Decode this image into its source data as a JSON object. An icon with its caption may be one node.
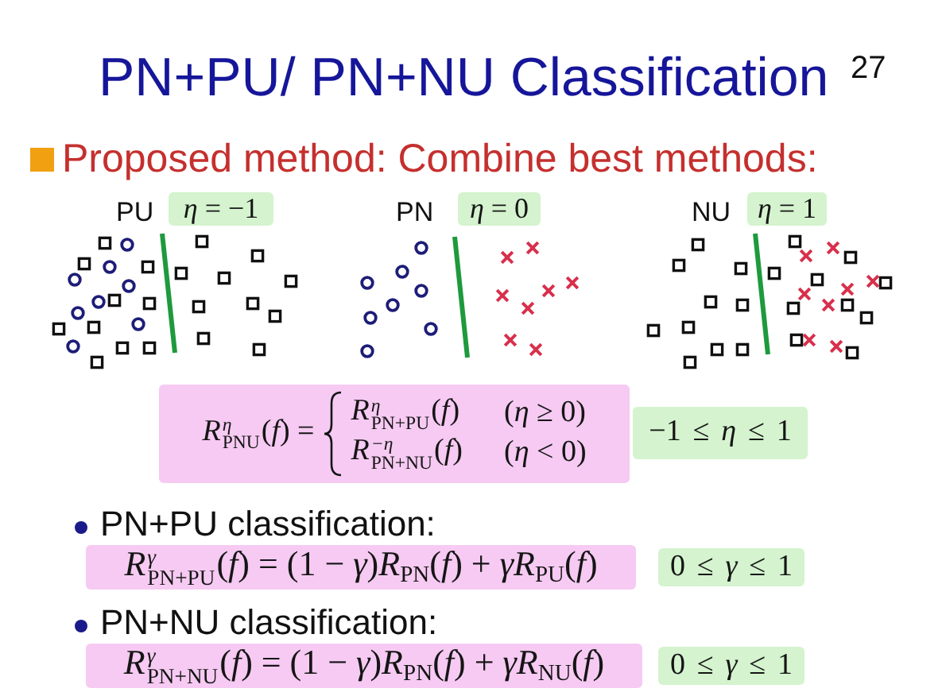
{
  "diagram": {
    "title": "PN+PU/ PN+NU Classification",
    "nodes": [
      {
        "text": [
          "*η* = −1"
        ],
        "beside": [
          "PU"
        ]
      },
      {
        "text": [
          "*η* = 0"
        ],
        "beside": [
          "PN"
        ]
      },
      {
        "text": [
          "*η* = 1"
        ],
        "beside": [
          "NU"
        ]
      },
      {
        "text": [
          "*R*$^{η}$$_{PNU}$(*f*) =",
          "*R*$^{η}$$_{PN+PU}$(*f*)",
          "(*η* ≥ 0)",
          "*R*$^{−η}$$_{PN+NU}$(*f*)",
          "(*η* < 0)"
        ]
      },
      {
        "text": [
          "−1 ≤ *η* ≤ 1"
        ]
      },
      {
        "text": [
          "*R*$^{γ}$$_{PN+PU}$(*f*) = (1 − *γ*)*R*$_{PN}$(*f*) + *γR*$_{PU}$(*f*)"
        ]
      },
      {
        "text": [
          "0 ≤ *γ* ≤ 1"
        ]
      },
      {
        "text": [
          "*R*$^{γ}$$_{PN+NU}$(*f*) = (1 − *γ*)*R*$_{PN}$(*f*) + *γR*$_{NU}$(*f*)"
        ]
      },
      {
        "text": [
          "0 ≤ *γ* ≤ 1"
        ]
      }
    ],
    "labels": [
      "27",
      "Proposed method: Combine best methods:",
      "PN+PU classification:",
      "PN+NU classification:"
    ]
  }
}
